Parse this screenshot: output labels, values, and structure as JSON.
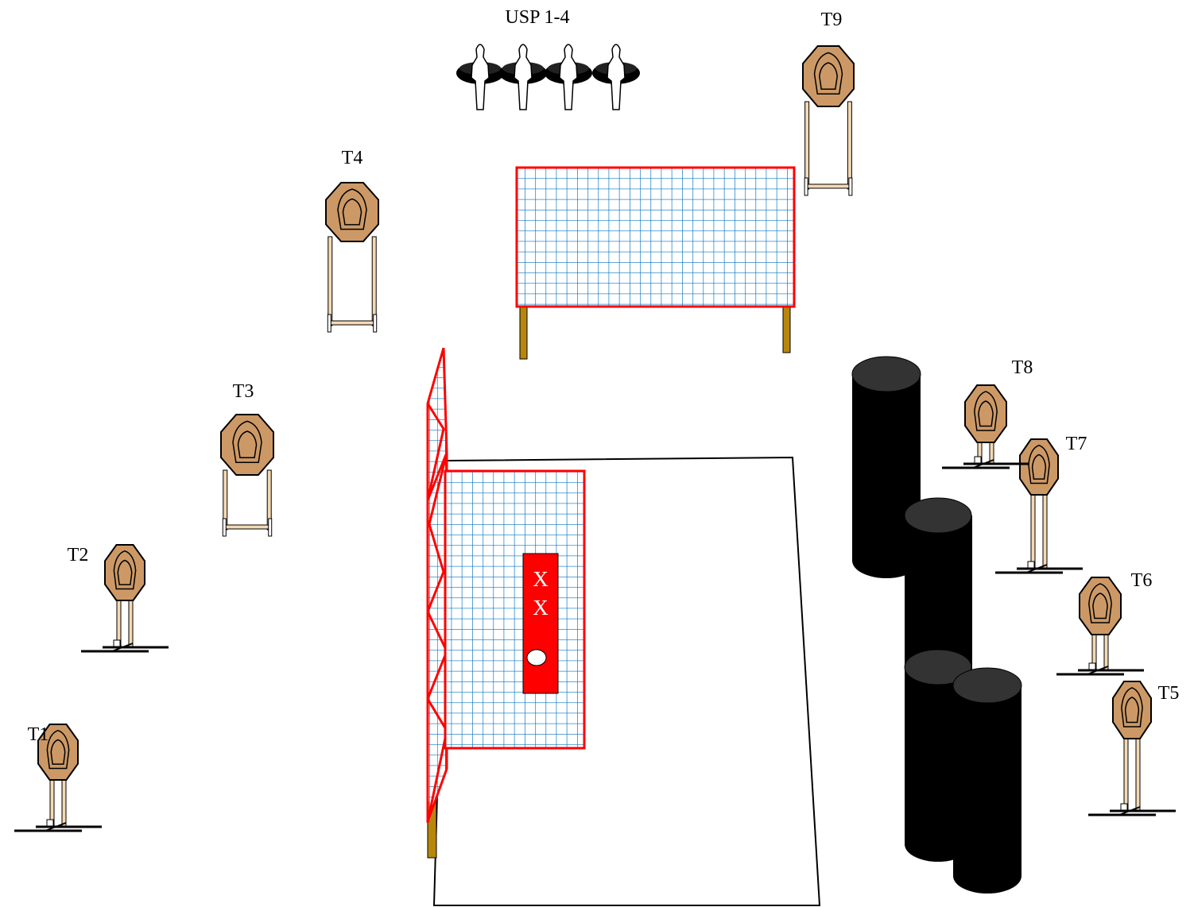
{
  "diagram": {
    "colors": {
      "target_face": "#cc9966",
      "target_outline": "#000000",
      "stand_leg": "#f4d9b4",
      "barrier_frame": "#ff0000",
      "barrier_grid": "#0070c0",
      "post": "#b8860b",
      "barrel": "#000000",
      "barrel_top": "#333333",
      "xbox": "#ff0000"
    },
    "targets": [
      {
        "id": "T1",
        "label": "T1"
      },
      {
        "id": "T2",
        "label": "T2"
      },
      {
        "id": "T3",
        "label": "T3"
      },
      {
        "id": "T4",
        "label": "T4"
      },
      {
        "id": "T5",
        "label": "T5"
      },
      {
        "id": "T6",
        "label": "T6"
      },
      {
        "id": "T7",
        "label": "T7"
      },
      {
        "id": "T8",
        "label": "T8"
      },
      {
        "id": "T9",
        "label": "T9"
      }
    ],
    "poppers": {
      "label": "USP 1-4",
      "count": 4
    },
    "shooting_box": {
      "marks": [
        "X",
        "X"
      ]
    }
  }
}
